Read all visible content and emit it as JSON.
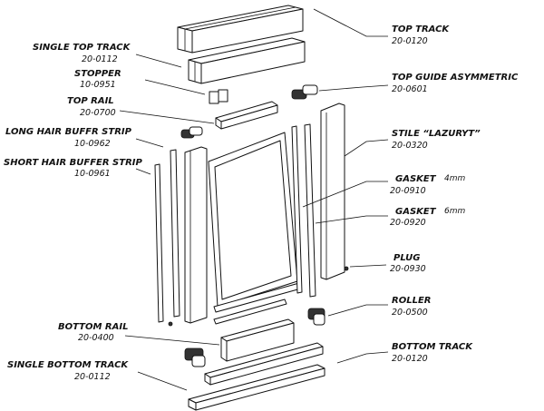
{
  "labels": {
    "top_track": {
      "name": "TOP TRACK",
      "code": "20-0120"
    },
    "single_top_track": {
      "name": "SINGLE TOP TRACK",
      "code": "20-0112"
    },
    "stopper": {
      "name": "STOPPER",
      "code": "10-0951"
    },
    "top_guide": {
      "name": "TOP GUIDE ASYMMETRIC",
      "code": "20-0601"
    },
    "top_rail": {
      "name": "TOP RAIL",
      "code": "20-0700"
    },
    "long_hair": {
      "name": "LONG HAIR BUFFR STRIP",
      "code": "10-0962"
    },
    "stile": {
      "name": "STILE  “LAZURYT”",
      "code": "20-0320"
    },
    "short_hair": {
      "name": "SHORT HAIR BUFFER STRIP",
      "code": "10-0961"
    },
    "gasket_4": {
      "name": "GASKET",
      "code": "20-0910",
      "note": "4mm"
    },
    "gasket_6": {
      "name": "GASKET",
      "code": "20-0920",
      "note": "6mm"
    },
    "plug": {
      "name": "PLUG",
      "code": "20-0930"
    },
    "roller": {
      "name": "ROLLER",
      "code": "20-0500"
    },
    "bottom_rail": {
      "name": "BOTTOM RAIL",
      "code": "20-0400"
    },
    "bottom_track": {
      "name": "BOTTOM TRACK",
      "code": "20-0120"
    },
    "single_bottom_track": {
      "name": "SINGLE BOTTOM TRACK",
      "code": "20-0112"
    }
  }
}
